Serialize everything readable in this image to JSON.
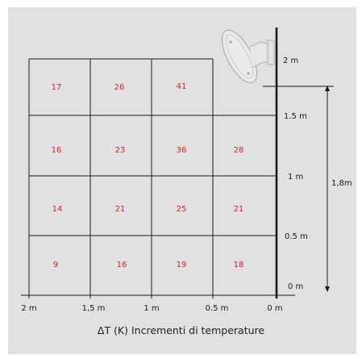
{
  "colors": {
    "value_text": "#d2232a",
    "line": "#1a1a1a",
    "panel": "#e1e1e1"
  },
  "grid": {
    "rows": [
      [
        "17",
        "26",
        "41",
        ""
      ],
      [
        "16",
        "23",
        "36",
        "28"
      ],
      [
        "14",
        "21",
        "25",
        "21"
      ],
      [
        "9",
        "16",
        "19",
        "18"
      ]
    ]
  },
  "x_axis": {
    "labels": [
      "2 m",
      "1,5 m",
      "1 m",
      "0.5 m",
      "0 m"
    ]
  },
  "y_axis": {
    "labels": [
      "2 m",
      "1.5 m",
      "1 m",
      "0.5 m",
      "0 m"
    ]
  },
  "dimension": {
    "label": "1,8m"
  },
  "heater": {
    "icon": "wall-mounted-heater-icon"
  },
  "caption": "ΔT (K) Incrementi di temperature"
}
